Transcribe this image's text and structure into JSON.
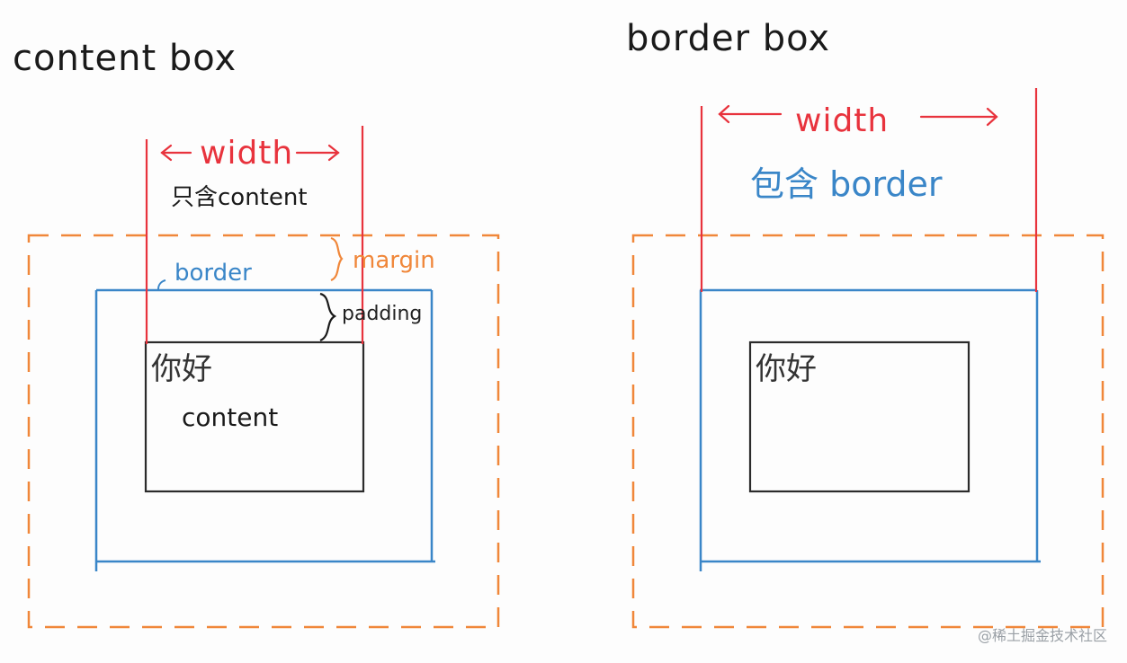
{
  "colors": {
    "red": "#e8333d",
    "blue": "#3a86c8",
    "orange": "#f0873a",
    "black": "#1a1a1a",
    "content_border": "#2b2b2b"
  },
  "left": {
    "title": "content box",
    "width_label": "width",
    "width_note": "只含content",
    "margin_label": "margin",
    "border_label": "border",
    "padding_label": "padding",
    "content_hello": "你好",
    "content_label": "content"
  },
  "right": {
    "title": "border box",
    "width_label": "width",
    "width_note": "包含 border",
    "content_hello": "你好"
  },
  "watermark": "@稀土掘金技术社区"
}
